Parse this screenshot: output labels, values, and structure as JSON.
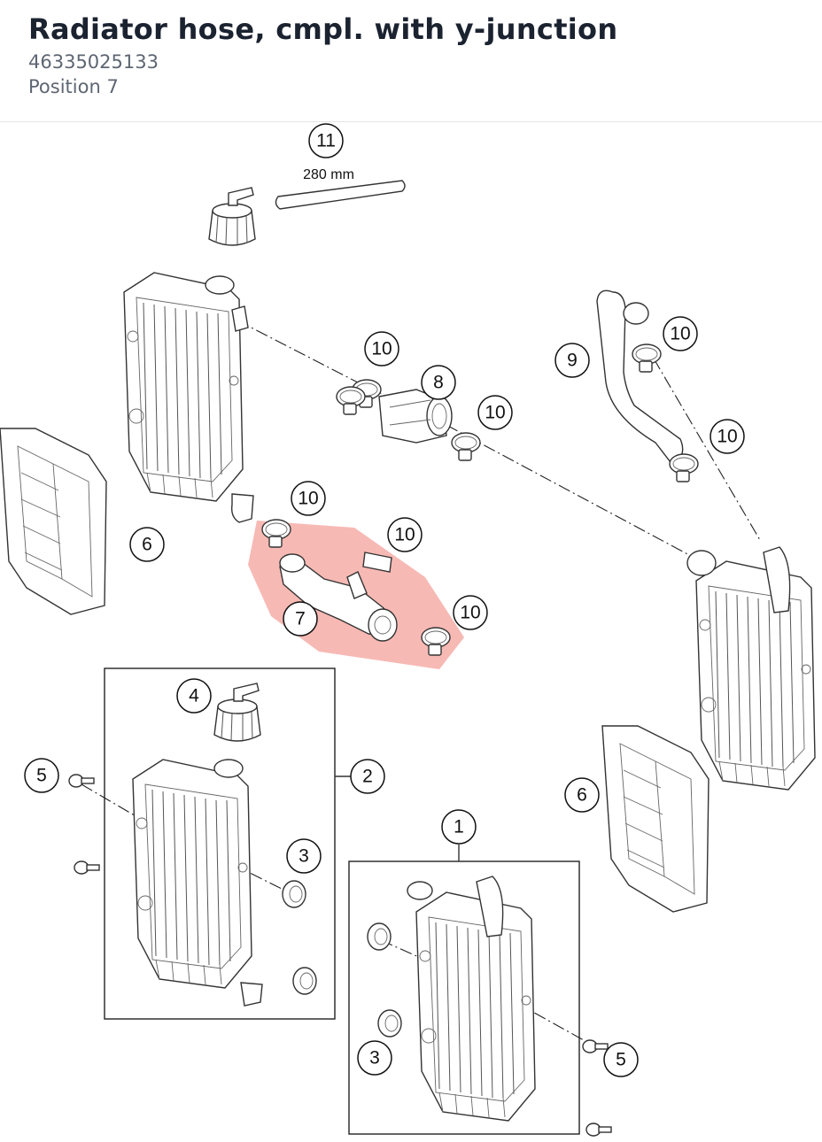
{
  "header": {
    "title": "Radiator hose, cmpl. with y-junction",
    "part_number": "46335025133",
    "position": "Position 7"
  },
  "diagram": {
    "dimension_label": "280 mm",
    "highlight_color": "#f28b82",
    "callouts": {
      "c11": "11",
      "c10a": "10",
      "c10b": "10",
      "c10c": "10",
      "c10d": "10",
      "c10e": "10",
      "c10f": "10",
      "c10g": "10",
      "c9": "9",
      "c8": "8",
      "c7": "7",
      "c6a": "6",
      "c6b": "6",
      "c5a": "5",
      "c5b": "5",
      "c4": "4",
      "c3a": "3",
      "c3b": "3",
      "c2": "2",
      "c1": "1"
    }
  }
}
